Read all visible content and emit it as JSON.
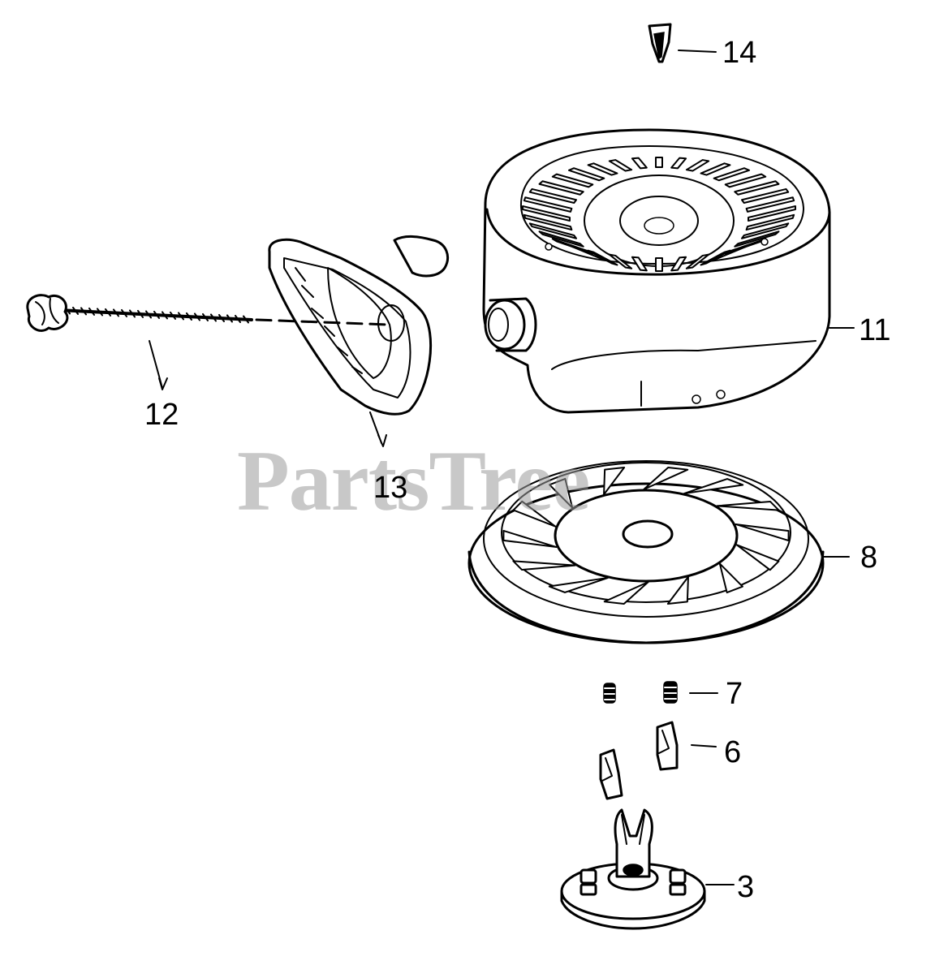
{
  "watermark": "PartsTree",
  "callouts": {
    "c14": "14",
    "c11": "11",
    "c12": "12",
    "c13": "13",
    "c8": "8",
    "c7": "7",
    "c6": "6",
    "c3": "3"
  }
}
